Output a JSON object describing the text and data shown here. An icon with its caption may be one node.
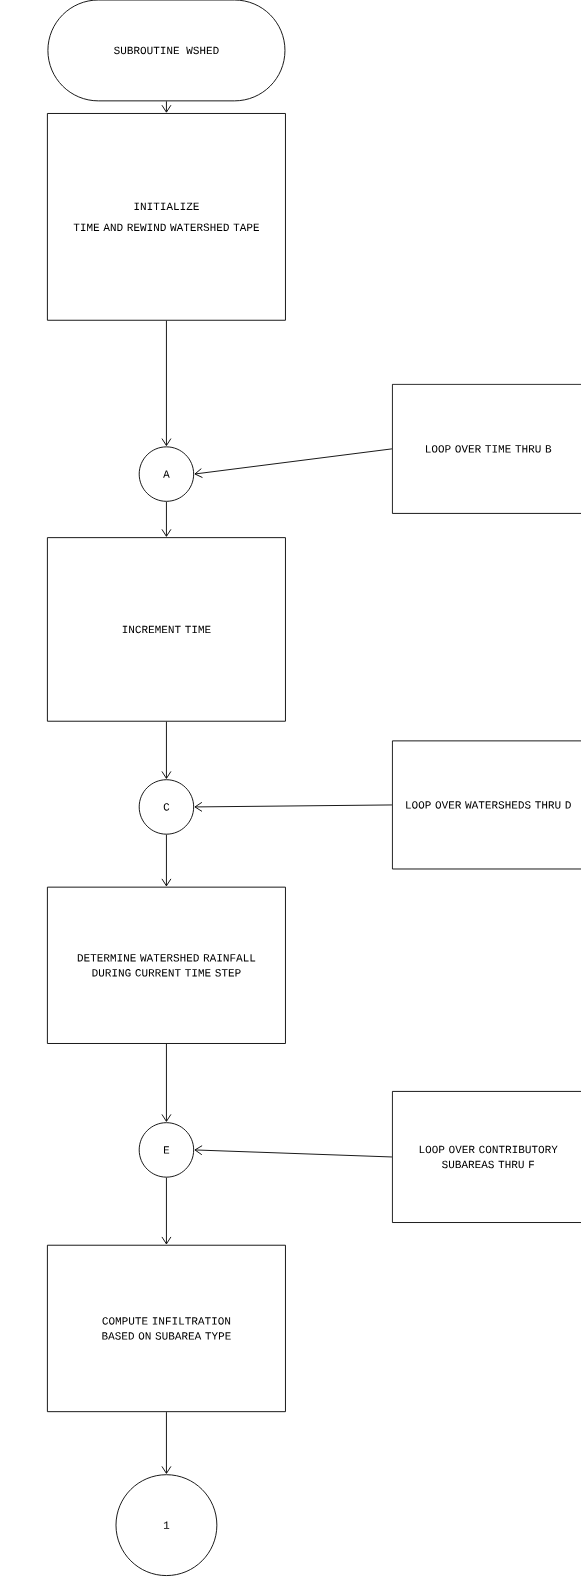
{
  "diagram": {
    "nodes": [
      {
        "text": [
          "SUBROUTINE WSHED"
        ]
      },
      {
        "text": [
          "INITIALIZE",
          "TIME AND REWIND WATERSHED TAPE"
        ]
      },
      {
        "text": [
          "A"
        ]
      },
      {
        "text": [
          "LOOP OVER TIME THRU B"
        ]
      },
      {
        "text": [
          "INCREMENT TIME"
        ]
      },
      {
        "text": [
          "C"
        ]
      },
      {
        "text": [
          "LOOP OVER WATERSHEDS THRU D"
        ]
      },
      {
        "text": [
          "DETERMINE WATERSHED RAINFALL DURING CURRENT TIME STEP"
        ]
      },
      {
        "text": [
          "E"
        ]
      },
      {
        "text": [
          "LOOP OVER CONTRIBUTORY SUBAREAS THRU F"
        ]
      },
      {
        "text": [
          "COMPUTE INFILTRATION BASED ON SUBAREA TYPE"
        ]
      },
      {
        "text": [
          "1"
        ]
      }
    ],
    "edges": [
      {
        "from": 0,
        "to": 1,
        "arrow": "to"
      },
      {
        "from": 1,
        "to": 2,
        "arrow": "to"
      },
      {
        "from": 3,
        "to": 2,
        "arrow": "to"
      },
      {
        "from": 2,
        "to": 4,
        "arrow": "to"
      },
      {
        "from": 4,
        "to": 5,
        "arrow": "to"
      },
      {
        "from": 6,
        "to": 5,
        "arrow": "to"
      },
      {
        "from": 5,
        "to": 7,
        "arrow": "to"
      },
      {
        "from": 7,
        "to": 8,
        "arrow": "to"
      },
      {
        "from": 9,
        "to": 8,
        "arrow": "to"
      },
      {
        "from": 8,
        "to": 10,
        "arrow": "to"
      },
      {
        "from": 10,
        "to": 11,
        "arrow": "to"
      }
    ]
  }
}
